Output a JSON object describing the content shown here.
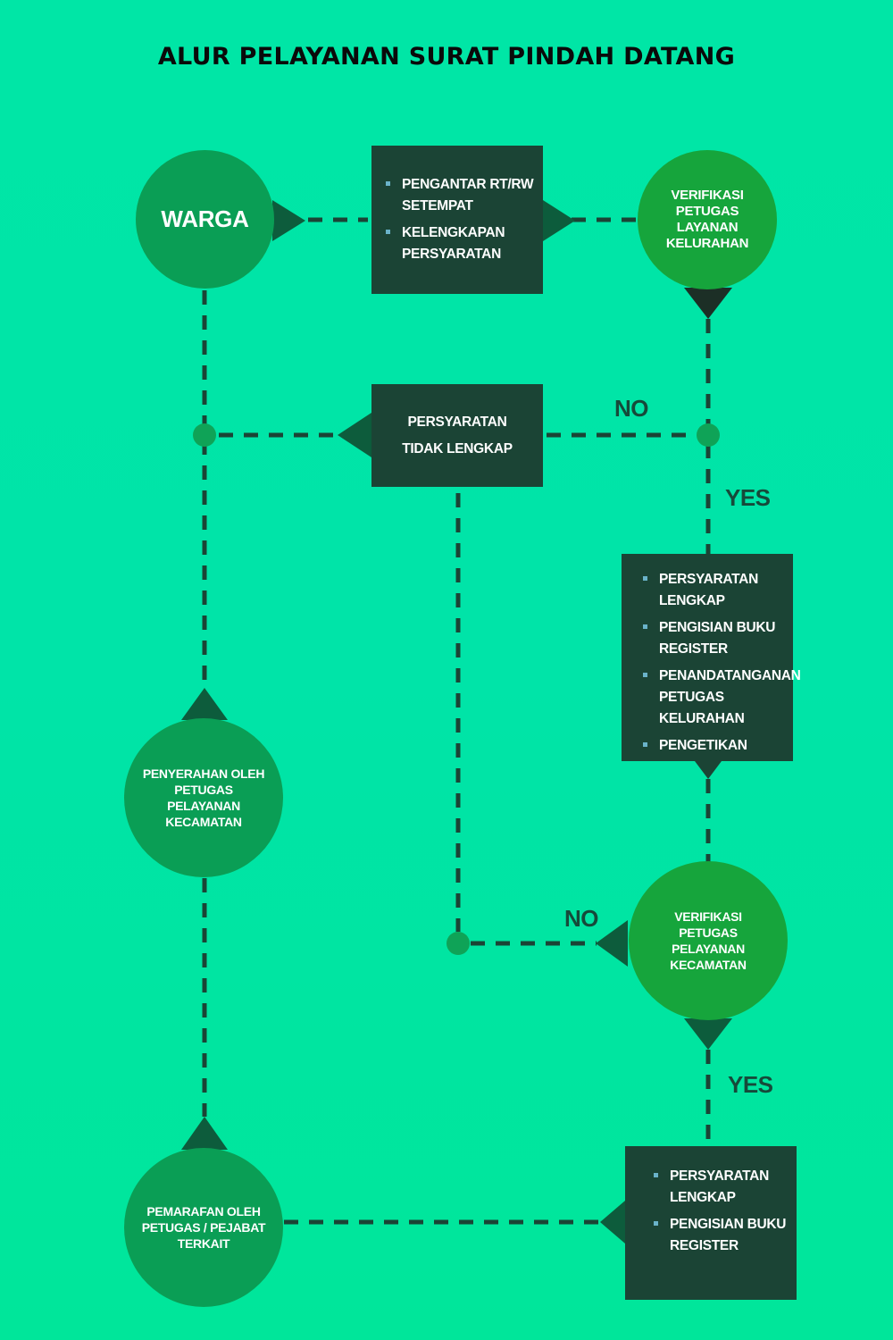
{
  "title": "ALUR PELAYANAN SURAT PINDAH DATANG",
  "nodes": {
    "warga": "WARGA",
    "verif_kelurahan": "VERIFIKASI PETUGAS LAYANAN KELURAHAN",
    "tidak_lengkap": "PERSYARATAN TIDAK LENGKAP",
    "verif_kecamatan": "VERIFIKASI PETUGAS PELAYANAN KECAMATAN",
    "penyerahan": "PENYERAHAN OLEH PETUGAS PELAYANAN KECAMATAN",
    "pemarafan": "PEMARAFAN OLEH PETUGAS / PEJABAT TERKAIT"
  },
  "box_pengantar": {
    "items": [
      "PENGANTAR RT/RW SETEMPAT",
      "KELENGKAPAN PERSYARATAN"
    ]
  },
  "box_kelurahan": {
    "items": [
      "PERSYARATAN LENGKAP",
      "PENGISIAN BUKU REGISTER",
      "PENANDATANGANAN PETUGAS KELURAHAN",
      "PENGETIKAN"
    ]
  },
  "box_kecamatan": {
    "items": [
      "PERSYARATAN LENGKAP",
      "PENGISIAN BUKU REGISTER"
    ]
  },
  "labels": {
    "no_1": "NO",
    "yes_1": "YES",
    "no_2": "NO",
    "yes_2": "YES"
  },
  "colors": {
    "background": "#00e6a6",
    "circle_dark": "#0a9e55",
    "circle_bright": "#16a53c",
    "box": "#1b4435",
    "connector": "#1b4435",
    "pointer": "#0d5c3c",
    "bullet": "#6ab3c9"
  }
}
